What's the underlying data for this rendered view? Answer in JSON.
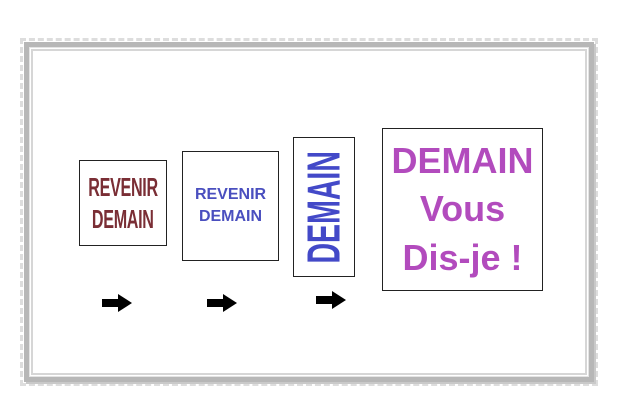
{
  "cards": [
    {
      "lines": [
        "REVENIR",
        "DEMAIN"
      ]
    },
    {
      "lines": [
        "REVENIR",
        "DEMAIN"
      ]
    },
    {
      "lines": [
        "DEMAIN"
      ]
    },
    {
      "lines": [
        "DEMAIN",
        "Vous",
        "Dis-je !"
      ]
    }
  ],
  "colors": {
    "card1_text": "#7a2e35",
    "card2_text": "#4a4fbf",
    "card3_text": "#4349c8",
    "card4_text": "#b24bbd",
    "arrow": "#000000",
    "frame": "#b7b7b7"
  },
  "icons": [
    "right-arrow-icon",
    "right-arrow-icon",
    "right-arrow-icon"
  ]
}
